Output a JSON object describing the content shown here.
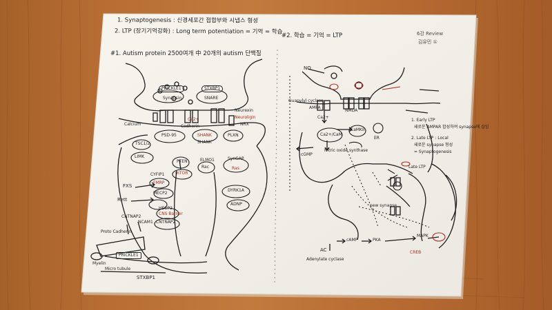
{
  "header": {
    "line1": "1. Synaptogenesis : 신경세포간 접합부와 시냅스 형성",
    "line2": "2. LTP (장기기억강화) : Long term potentiation = 기억 = 학습",
    "review": "6강 Review",
    "author": "김유민 ①"
  },
  "left_panel": {
    "title": "#1. Autism protein  2500여개 中 20개의 autism 단백질",
    "pre_top": [
      "PRICKLE1",
      "Synapsin",
      "STXBP1",
      "SNARE"
    ],
    "pre_terminal": [
      "Ca2+",
      "Cadherin",
      "Calcium",
      "Neurexin",
      "Neuroligin",
      "NRX"
    ],
    "post_top": [
      "PSD-95",
      "SHANK",
      "SHANK",
      "PLXN"
    ],
    "post_labels": [
      "TSC1/2",
      "LIMK",
      "PTEN",
      "mTOR",
      "ELMO1",
      "Rac",
      "SynGAP",
      "Ras",
      "CYFIP1",
      "FMRP",
      "MECP2",
      "HECP2",
      "CNS Barrier",
      "CNTNAP2",
      "DYRK1A",
      "ADNP"
    ],
    "side_labels": [
      "FXS",
      "Rett",
      "CNTNAP2",
      "Proto Cadherin",
      "NCAM1",
      "PRICKLE1",
      "Myelin",
      "Micro tubule",
      "STXBP1"
    ]
  },
  "right_panel": {
    "title": "#2. 학습 = 기억 = LTP",
    "pre_labels": [
      "NO",
      "Guanylyl cyclase",
      "Ca2+",
      "AMPA",
      "NMDA",
      "Ca2+/CaM",
      "CaMKII",
      "cGMP",
      "Nitric oxide synthase",
      "ER"
    ],
    "ltp_notes": [
      "1. Early LTP",
      "새로운 AMPAR 합성하여 synapse에 삽입",
      "2. Late LTP : Local",
      "새로운 synapse 형성",
      "= Synaptogenesis"
    ],
    "bottom_labels": [
      "AC",
      "Adenylate cyclase",
      "cAMP",
      "PKA",
      "MAPK",
      "CREB",
      "Late LTP",
      "new synapse"
    ]
  }
}
